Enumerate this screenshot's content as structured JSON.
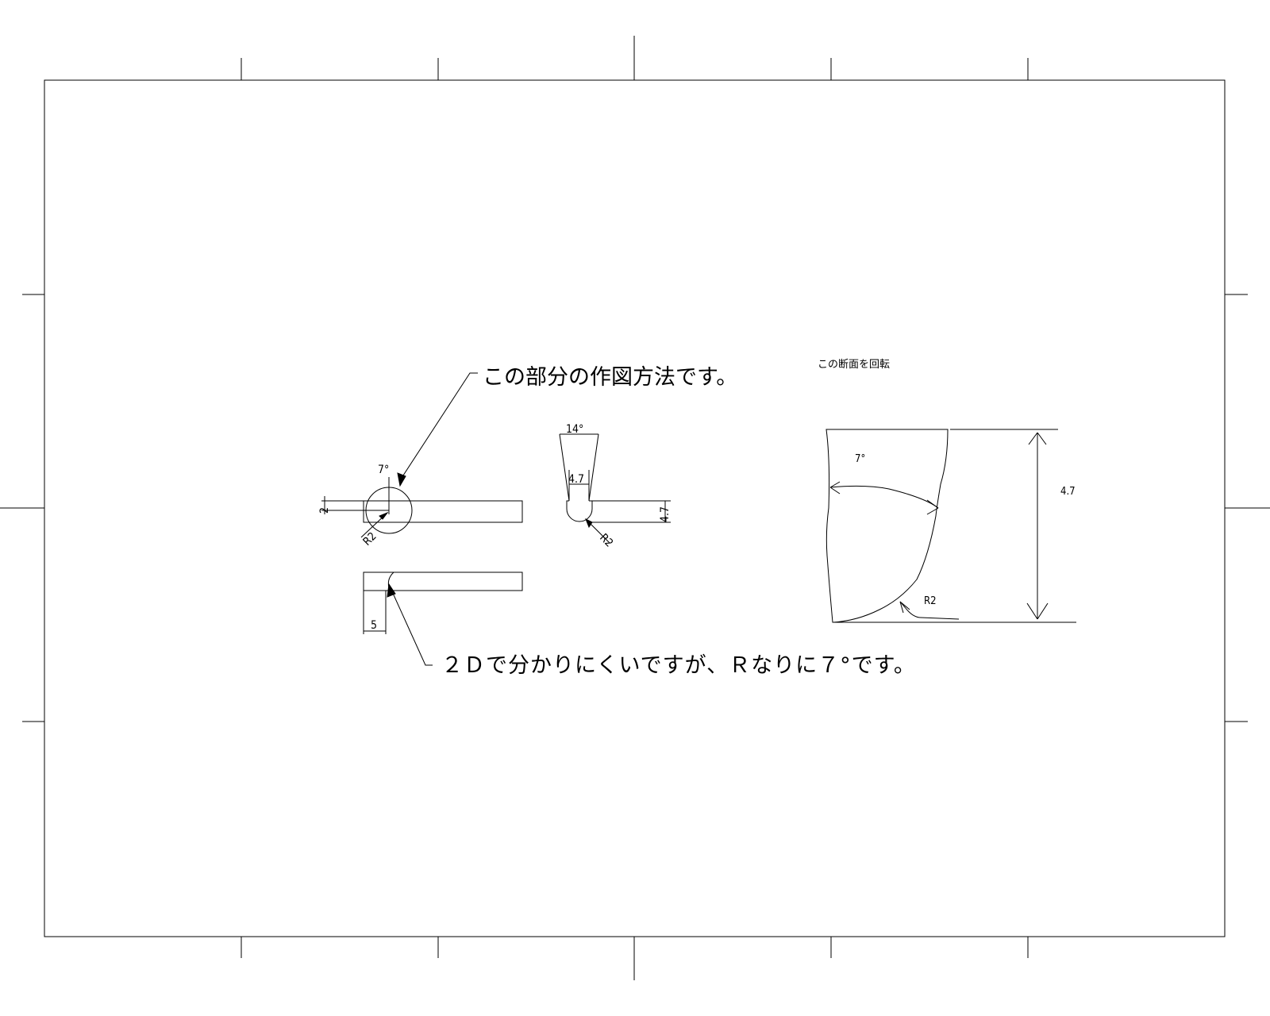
{
  "callouts": {
    "top_note": "この部分の作図方法です。",
    "bottom_note": "２Ｄで分かりにくいですが、Ｒなりに７°です。",
    "section_note": "この断面を回転"
  },
  "side_view": {
    "angle": "7°",
    "height": "2",
    "radius": "R2"
  },
  "bottom_view": {
    "length": "5"
  },
  "end_view": {
    "taper": "14°",
    "width": "4.7",
    "height": "4.7",
    "radius": "R2"
  },
  "section_view": {
    "angle": "7°",
    "height": "4.7",
    "radius": "R2"
  },
  "colors": {
    "line": "#000000",
    "background": "#ffffff"
  }
}
